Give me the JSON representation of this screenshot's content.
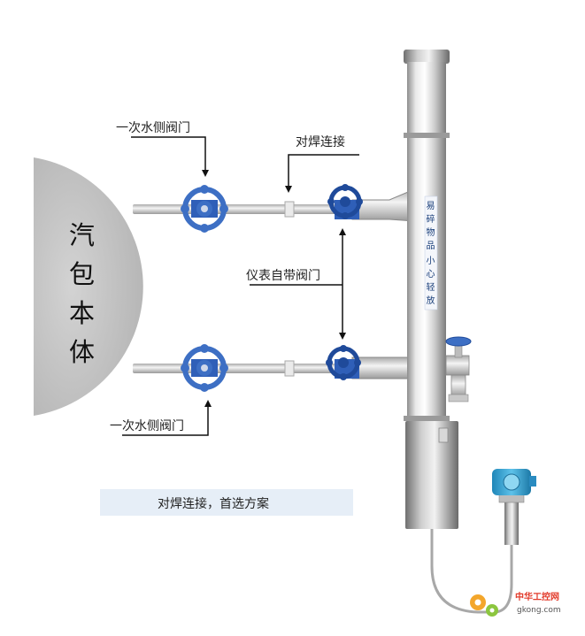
{
  "drum": {
    "chars": [
      "汽",
      "包",
      "本",
      "体"
    ]
  },
  "labels": {
    "primary_valve_top": "一次水侧阀门",
    "weld_connection": "对焊连接",
    "instrument_valve": "仪表自带阀门",
    "primary_valve_bottom": "一次水侧阀门"
  },
  "tube_warning": [
    "易",
    "碎",
    "物",
    "品",
    "小",
    "心",
    "轻",
    "放"
  ],
  "banner": {
    "text": "对焊连接，首选方案"
  },
  "watermark": {
    "cn": "中华工控网",
    "en": "gkong.com"
  },
  "colors": {
    "drum_fill": "#bdbdbd",
    "valve_blue": "#3d6fc4",
    "valve_dark": "#1f4a9a",
    "pipe": "#c8c8c8",
    "banner_bg": "#e6eef7",
    "transmitter_blue": "#2f9fd0"
  }
}
